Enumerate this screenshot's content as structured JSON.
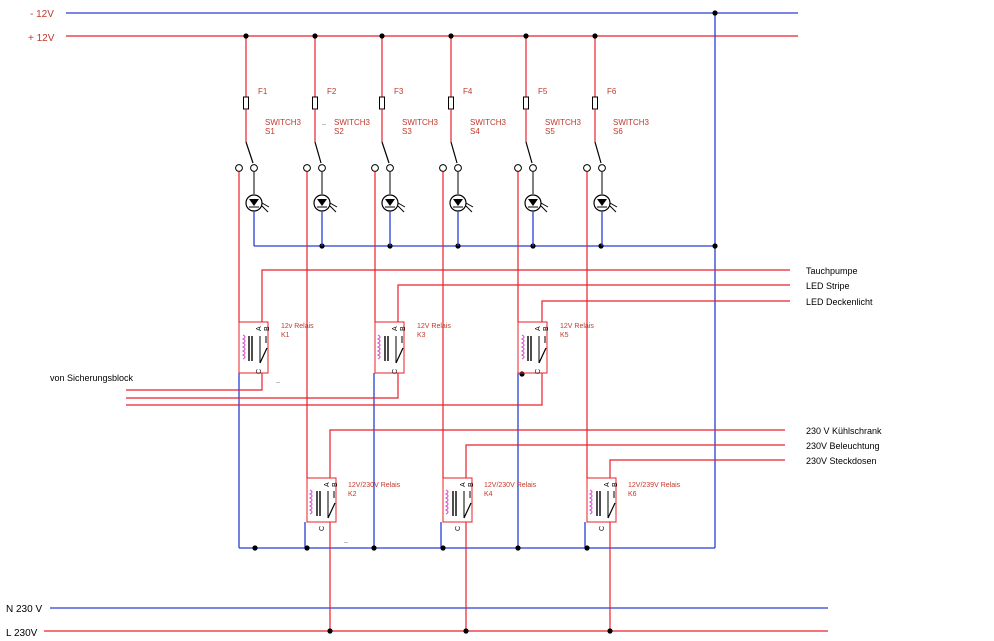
{
  "rails": {
    "minus12": "- 12V",
    "plus12": "+ 12V",
    "n230": "N 230 V",
    "l230": "L 230V"
  },
  "fuses": [
    "F1",
    "F2",
    "F3",
    "F4",
    "F5",
    "F6"
  ],
  "switch_type": "SWITCH3",
  "switches": [
    "S1",
    "S2",
    "S3",
    "S4",
    "S5",
    "S6"
  ],
  "relays": [
    {
      "id": "K1",
      "label": "12v Relais"
    },
    {
      "id": "K2",
      "label": "12V/230V Relais"
    },
    {
      "id": "K3",
      "label": "12V Relais"
    },
    {
      "id": "K4",
      "label": "12V/230V Relais"
    },
    {
      "id": "K5",
      "label": "12V Relais"
    },
    {
      "id": "K6",
      "label": "12V/239V Relais"
    }
  ],
  "relay_pins": {
    "a": "A",
    "b": "B",
    "c": "C"
  },
  "outputs_12v": [
    "Tauchpumpe",
    "LED Stripe",
    "LED Deckenlicht"
  ],
  "outputs_230v": [
    "230 V Kühlschrank",
    "230V Beleuchtung",
    "230V Steckdosen"
  ],
  "input_label": "von Sicherungsblock",
  "stray_marks": [
    "..",
    "..",
    ".."
  ],
  "colors": {
    "red": "#e8202a",
    "blue": "#2a3fd6",
    "text_red": "#c0392b",
    "coil": "#d94fd0"
  }
}
